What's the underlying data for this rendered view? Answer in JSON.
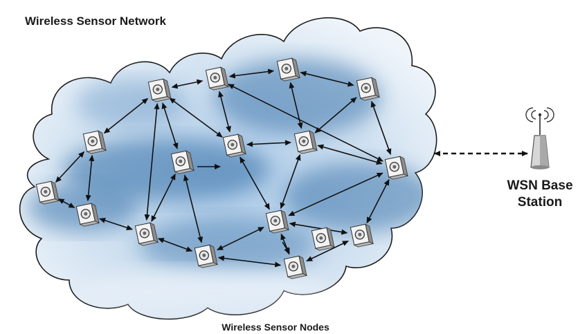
{
  "title": "Wireless Sensor Network",
  "caption": "Wireless Sensor Nodes",
  "base_station": {
    "line1": "WSN Base",
    "line2": "Station"
  },
  "colors": {
    "cloud_fill_light": "#dfeaf5",
    "cloud_fill_dark": "#4f86b8",
    "cloud_outline": "#1c1c1c",
    "node_face": "#f2f2f2",
    "node_side": "#9a9a9a",
    "link": "#111111"
  },
  "icons": {
    "node": "sensor-node-icon",
    "base_station": "antenna-tower-icon",
    "signal": "radio-waves-icon"
  },
  "network": {
    "nodes": [
      "n1",
      "n2",
      "n3",
      "n4",
      "n5",
      "n6",
      "n7",
      "n8",
      "n9",
      "n10",
      "n11",
      "n12",
      "n13",
      "n14",
      "n15",
      "n16",
      "n17"
    ],
    "links": [
      [
        "n1",
        "n2"
      ],
      [
        "n1",
        "n3"
      ],
      [
        "n1",
        "n5"
      ],
      [
        "n1",
        "n6"
      ],
      [
        "n1",
        "n9"
      ],
      [
        "n3",
        "n2"
      ],
      [
        "n3",
        "n4"
      ],
      [
        "n3",
        "n7"
      ],
      [
        "n4",
        "n5"
      ],
      [
        "n5",
        "n6"
      ],
      [
        "n5",
        "n10"
      ],
      [
        "n6",
        "n10"
      ],
      [
        "n6",
        "n7"
      ],
      [
        "n7",
        "n15"
      ],
      [
        "n9",
        "n13"
      ],
      [
        "n2",
        "n8"
      ],
      [
        "n8",
        "n9"
      ],
      [
        "n8",
        "n11"
      ],
      [
        "n8",
        "n10"
      ],
      [
        "n10",
        "n14"
      ],
      [
        "n10",
        "n13"
      ],
      [
        "n10",
        "n15"
      ],
      [
        "n11",
        "n12"
      ],
      [
        "n12",
        "n13"
      ],
      [
        "n11",
        "n13"
      ],
      [
        "n12",
        "n16"
      ],
      [
        "n15",
        "n17"
      ],
      [
        "n16",
        "n17"
      ],
      [
        "n15",
        "n16"
      ],
      [
        "n15",
        "n14"
      ],
      [
        "n14",
        "n17"
      ]
    ],
    "uplink": [
      "cloud",
      "base-station"
    ]
  }
}
